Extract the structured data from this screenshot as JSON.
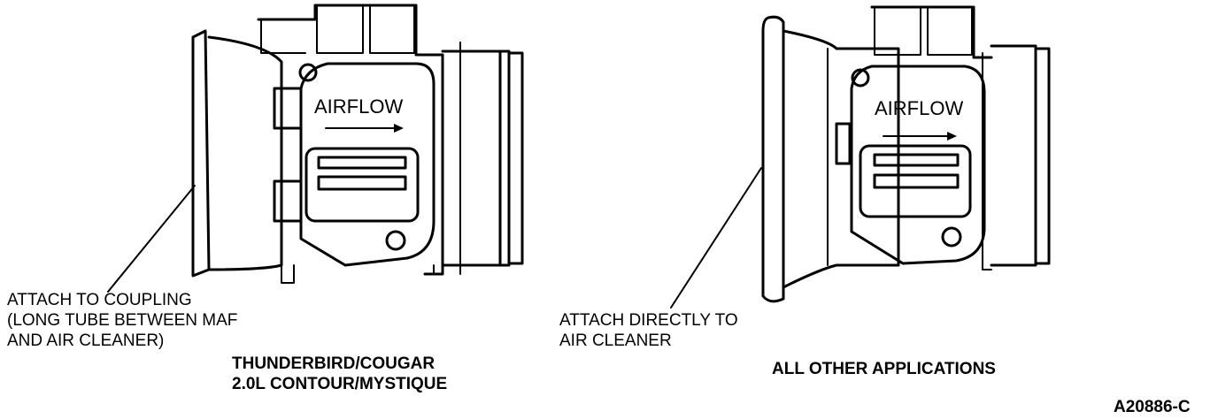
{
  "left": {
    "airflow_label": "AIRFLOW",
    "callout_lines": [
      "ATTACH TO COUPLING",
      "(LONG TUBE BETWEEN MAF",
      "AND AIR CLEANER)"
    ],
    "caption_lines": [
      "THUNDERBIRD/COUGAR",
      "2.0L CONTOUR/MYSTIQUE"
    ]
  },
  "right": {
    "airflow_label": "AIRFLOW",
    "callout_lines": [
      "ATTACH DIRECTLY TO",
      "AIR CLEANER"
    ],
    "caption_lines": [
      "ALL OTHER APPLICATIONS"
    ]
  },
  "figure_id": "A20886-C"
}
